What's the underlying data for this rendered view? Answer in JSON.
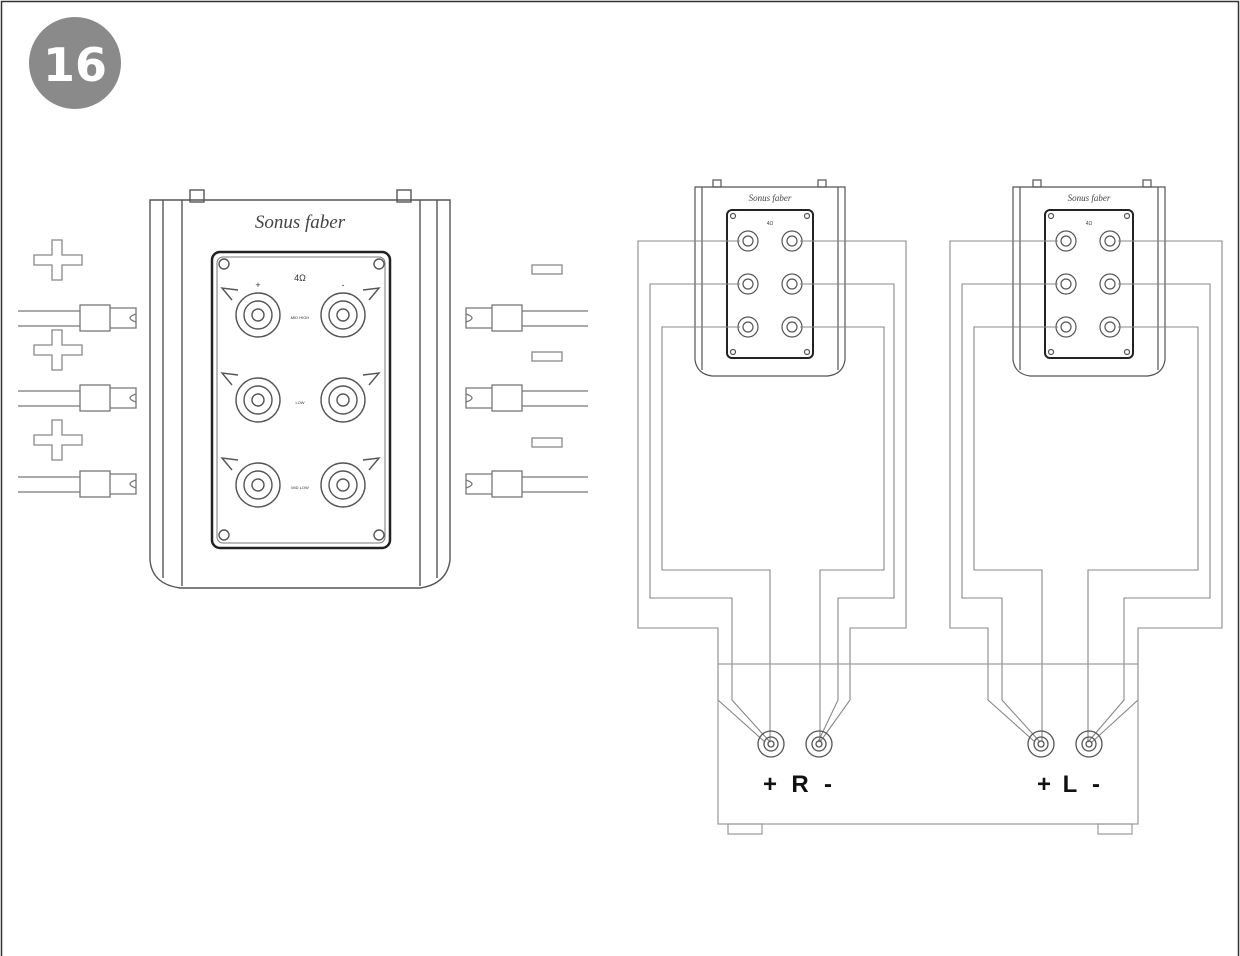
{
  "step": {
    "number": "16",
    "badge_color": "#8a8a8a"
  },
  "speaker_detail": {
    "brand": "Sonus faber",
    "impedance": "4Ω",
    "plus_symbol": "+",
    "minus_symbol": "-",
    "terminal_rows": [
      "MID HIGH",
      "LOW",
      "MID LOW"
    ]
  },
  "cable_signs": {
    "plus": "plus-sign",
    "minus": "minus-sign"
  },
  "small_speakers": [
    {
      "brand": "Sonus faber",
      "impedance": "4Ω"
    },
    {
      "brand": "Sonus faber",
      "impedance": "4Ω"
    }
  ],
  "amplifier": {
    "right_label_plus": "+",
    "right_label_channel": "R",
    "right_label_minus": "-",
    "left_label_plus": "+",
    "left_label_channel": "L",
    "left_label_minus": "-"
  },
  "colors": {
    "line": "#555555",
    "light_line": "#999999",
    "badge": "#8a8a8a"
  }
}
